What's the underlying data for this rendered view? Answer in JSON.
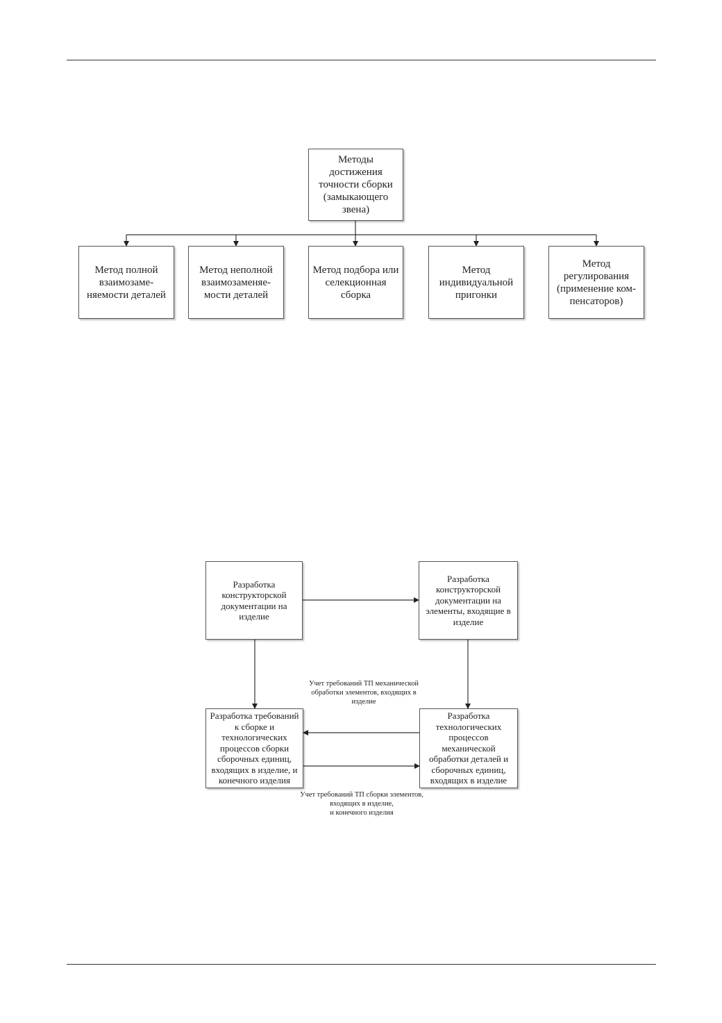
{
  "diagram1": {
    "root": "Методы\nдостижения\nточности сборки\n(замыкающего\nзвена)",
    "methods": [
      "Метод полной\nвзаимозаме-\nняемости деталей",
      "Метод неполной\nвзаимозаменяе-\nмости деталей",
      "Метод подбора или\nселекционная\nсборка",
      "Метод\nиндивидуальной\nпригонки",
      "Метод\nрегулирования\n(применение  ком-\nпенсаторов)"
    ]
  },
  "diagram2": {
    "box_top_left": "Разработка\nконструкторской\nдокументации на\nизделие",
    "box_top_right": "Разработка\nконструкторской\nдокументации на\nэлементы, входящие в\nизделие",
    "box_bottom_left": "Разработка требований\nк сборке и\nтехнологических\nпроцессов сборки\nсборочных единиц,\nвходящих в изделие, и\nконечного изделия",
    "box_bottom_right": "Разработка\nтехнологических\nпроцессов\nмеханической\nобработки деталей и\nсборочных единиц,\nвходящих в изделие",
    "note_machining": "Учет требований ТП механической\nобработки элементов, входящих в\nизделие",
    "note_assembly": "Учет требований ТП сборки элементов,\nвходящих в  изделие,\nи конечного изделия"
  }
}
